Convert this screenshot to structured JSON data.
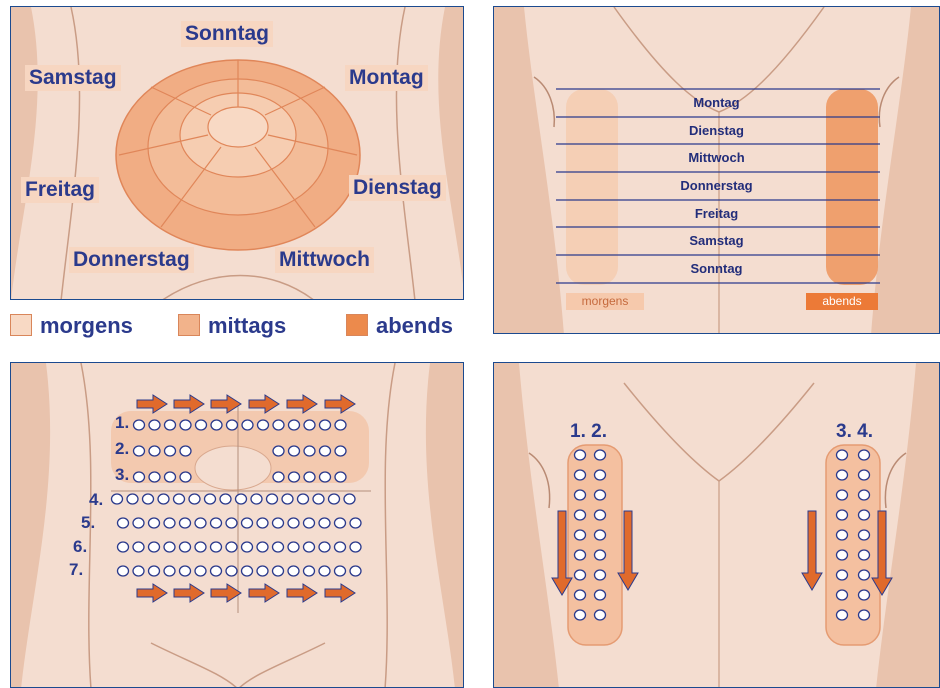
{
  "panel_abdomen_days": {
    "days": {
      "sonntag": "Sonntag",
      "montag": "Montag",
      "dienstag": "Dienstag",
      "mittwoch": "Mittwoch",
      "donnerstag": "Donnerstag",
      "freitag": "Freitag",
      "samstag": "Samstag"
    }
  },
  "legend": {
    "morgens": "morgens",
    "mittags": "mittags",
    "abends": "abends",
    "colors": {
      "morgens": "#f8d9c4",
      "mittags": "#f2b38b",
      "abends": "#ec8a4c"
    }
  },
  "panel_thigh_days": {
    "days": [
      "Montag",
      "Dienstag",
      "Mittwoch",
      "Donnerstag",
      "Freitag",
      "Samstag",
      "Sonntag"
    ],
    "left_tag": "morgens",
    "right_tag": "abends"
  },
  "panel_abdomen_grid": {
    "rows": [
      "1.",
      "2.",
      "3.",
      "4.",
      "5.",
      "6.",
      "7."
    ]
  },
  "panel_thigh_grid": {
    "left_label": "1. 2.",
    "right_label": "3. 4."
  },
  "colors": {
    "border": "#1b4a8f",
    "text": "#2b3a8c",
    "skin": "#f4ddd0",
    "arrow": "#e06a2c"
  }
}
